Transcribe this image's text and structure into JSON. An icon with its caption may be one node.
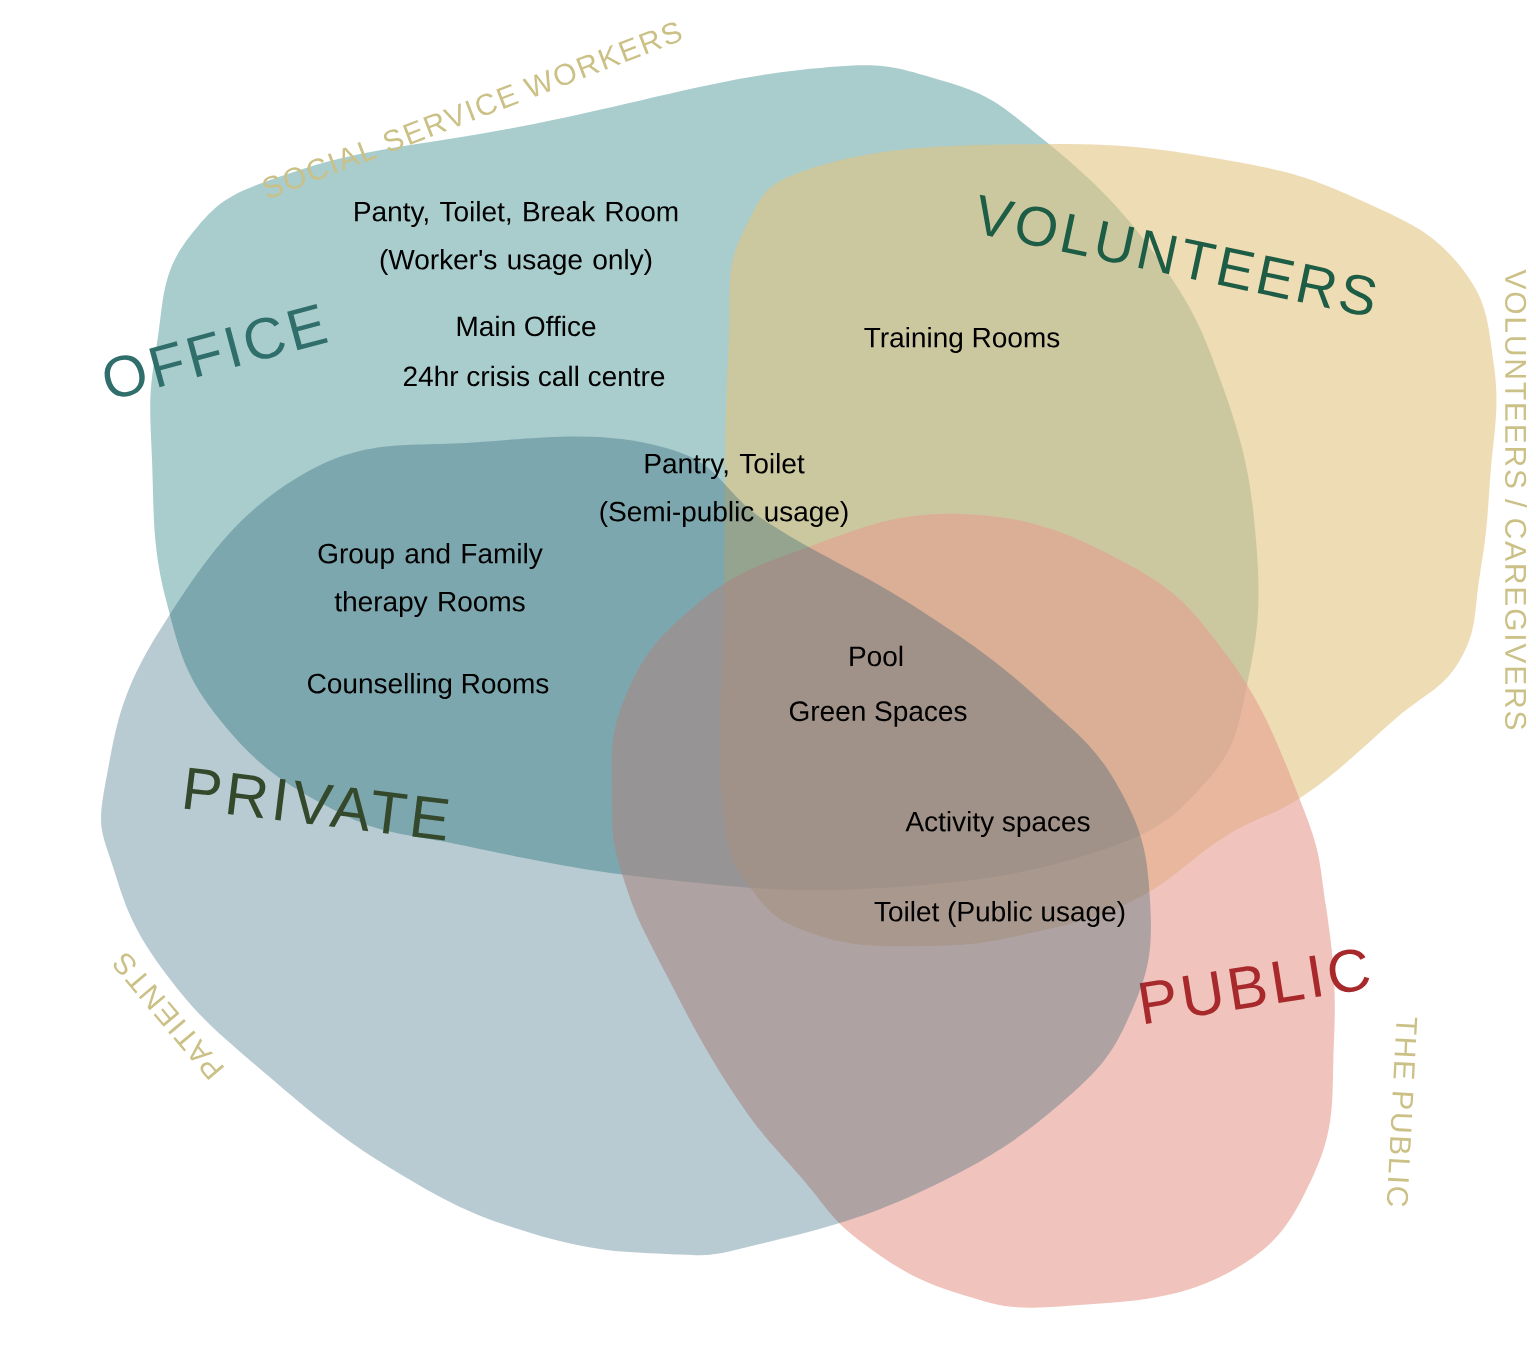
{
  "diagram": {
    "nodes": [
      {
        "text": [
          "OFFICE",
          "Panty, Toilet, Break Room (Worker's usage only)",
          "Main Office",
          "24hr crisis call centre"
        ],
        "beside": [
          "SOCIAL SERVICE WORKERS"
        ]
      },
      {
        "text": [
          "VOLUNTEERS"
        ],
        "beside": [
          "VOLUNTEERS / CAREGIVERS"
        ]
      },
      {
        "text": [
          "PUBLIC"
        ],
        "beside": [
          "THE PUBLIC"
        ]
      },
      {
        "text": [
          "PRIVATE"
        ],
        "beside": [
          "PATIENTS"
        ]
      }
    ],
    "labels": [
      "Training Rooms",
      "Pantry, Toilet (Semi-public usage)",
      "Group and Family therapy Rooms",
      "Pool",
      "Counselling Rooms",
      "Green Spaces",
      "Activity spaces",
      "Toilet (Public usage)"
    ]
  }
}
